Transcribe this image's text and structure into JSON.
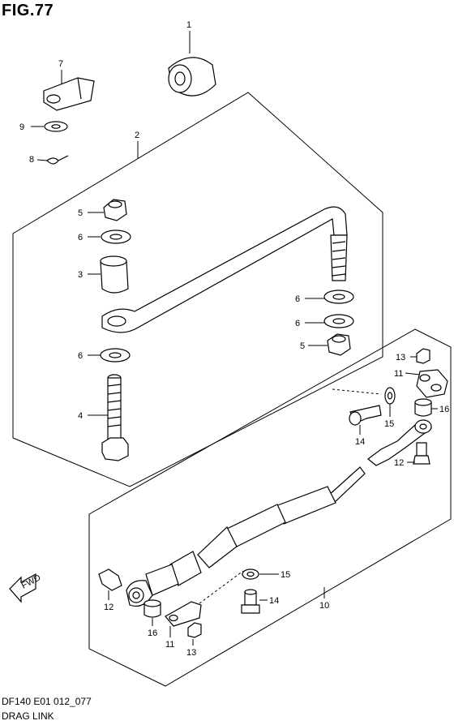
{
  "figure": {
    "title": "FIG.77"
  },
  "footer": {
    "code": "DF140 E01 012_077",
    "name": "DRAG LINK"
  },
  "fwd_label": "FWD",
  "callouts": {
    "c1": "1",
    "c7": "7",
    "c9": "9",
    "c8": "8",
    "c2": "2",
    "c5a": "5",
    "c6a": "6",
    "c3": "3",
    "c6b": "6",
    "c6c": "6",
    "c5b": "5",
    "c6d": "6",
    "c4": "4",
    "c13a": "13",
    "c11a": "11",
    "c16a": "16",
    "c15a": "15",
    "c14a": "14",
    "c12a": "12",
    "c15b": "15",
    "c14b": "14",
    "c10": "10",
    "c12b": "12",
    "c16b": "16",
    "c11b": "11",
    "c13b": "13"
  }
}
